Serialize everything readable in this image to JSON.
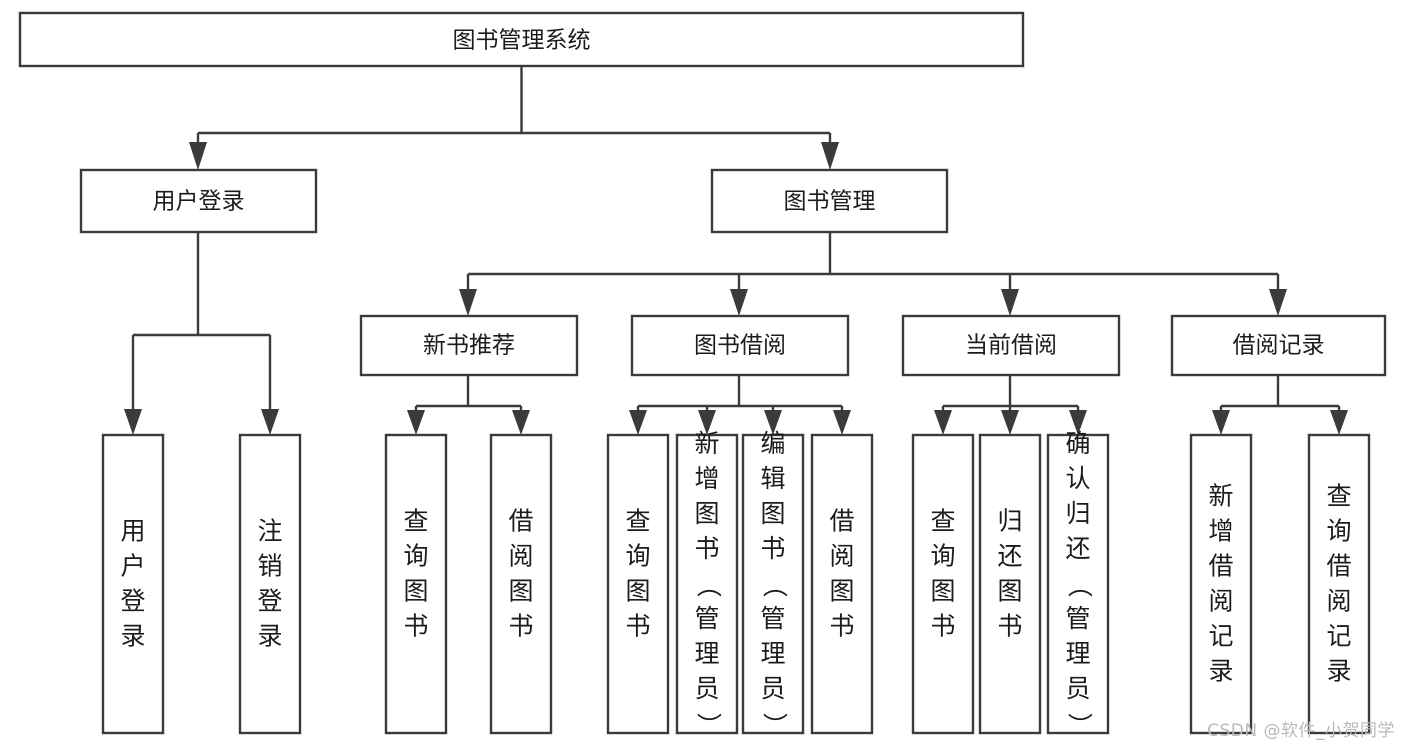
{
  "diagram": {
    "title": "图书管理系统",
    "type": "tree-hierarchy",
    "watermark": "CSDN @软件_小贺同学",
    "colors": {
      "stroke": "#3b3b3b",
      "fill": "#ffffff",
      "text": "#1c1c1c",
      "watermark": "#b9b9b9"
    },
    "root": {
      "label": "图书管理系统",
      "orientation": "horizontal"
    },
    "level2": [
      {
        "label": "用户登录",
        "orientation": "horizontal"
      },
      {
        "label": "图书管理",
        "orientation": "horizontal"
      }
    ],
    "level3": [
      {
        "label": "新书推荐",
        "orientation": "horizontal"
      },
      {
        "label": "图书借阅",
        "orientation": "horizontal"
      },
      {
        "label": "当前借阅",
        "orientation": "horizontal"
      },
      {
        "label": "借阅记录",
        "orientation": "horizontal"
      }
    ],
    "leaves": {
      "user_login": [
        {
          "label": "用户登录",
          "orientation": "vertical"
        },
        {
          "label": "注销登录",
          "orientation": "vertical"
        }
      ],
      "new_book_recommend": [
        {
          "label": "查询图书",
          "orientation": "vertical"
        },
        {
          "label": "借阅图书",
          "orientation": "vertical"
        }
      ],
      "book_borrow": [
        {
          "label": "查询图书",
          "orientation": "vertical"
        },
        {
          "label": "新增图书（管理员）",
          "orientation": "vertical"
        },
        {
          "label": "编辑图书（管理员）",
          "orientation": "vertical"
        },
        {
          "label": "借阅图书",
          "orientation": "vertical"
        }
      ],
      "current_borrow": [
        {
          "label": "查询图书",
          "orientation": "vertical"
        },
        {
          "label": "归还图书",
          "orientation": "vertical"
        },
        {
          "label": "确认归还（管理员）",
          "orientation": "vertical"
        }
      ],
      "borrow_record": [
        {
          "label": "新增借阅记录",
          "orientation": "vertical"
        },
        {
          "label": "查询借阅记录",
          "orientation": "vertical"
        }
      ]
    }
  }
}
